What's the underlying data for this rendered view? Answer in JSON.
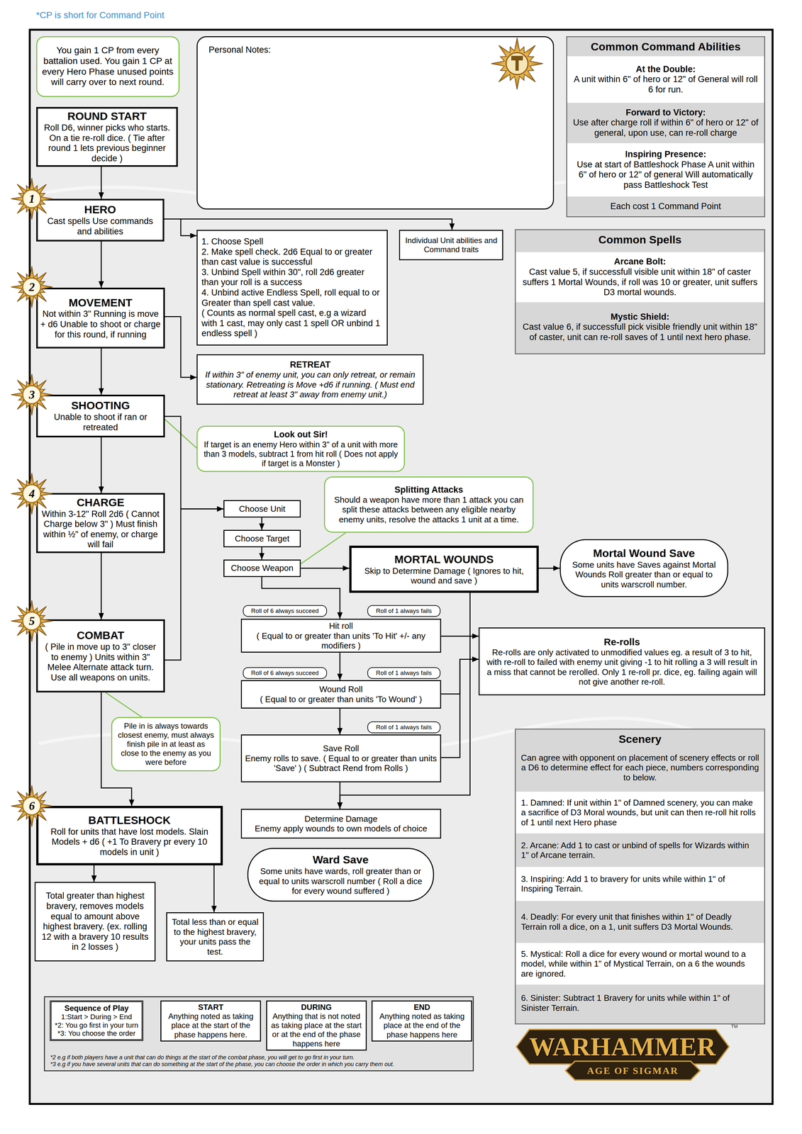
{
  "diagram": {
    "nodes": [
      {
        "text": [
          "You gain 1 CP from every battalion used. You gain 1 CP at every Hero Phase unused points will carry over to next round."
        ]
      },
      {
        "text": [
          "Personal Notes:"
        ]
      },
      {
        "text": [
          "Common Command Abilities"
        ]
      },
      {
        "text": [
          "At the Double:",
          "A unit within 6\" of hero or 12\" of General will roll 6 for run."
        ],
        "in": 2
      },
      {
        "text": [
          "Forward to Victory:",
          "Use after charge roll if within 6\" of hero or 12\" of general, upon use, can re-roll charge"
        ],
        "in": 2
      },
      {
        "text": [
          "Inspiring Presence:",
          "Use at start of Battleshock Phase A unit within 6\" of hero or 12\" of general Will automatically pass Battleshock Test"
        ],
        "in": 2
      },
      {
        "text": [
          "Each cost 1 Command Point"
        ],
        "in": 2
      },
      {
        "text": [
          "ROUND START",
          "Roll D6, winner picks who starts. On a tie re-roll dice. ( Tie after round 1 lets previous beginner decide )"
        ]
      },
      {
        "text": [
          "HERO",
          "Cast spells Use commands and abilities"
        ]
      },
      {
        "text": [
          "1. Choose Spell",
          "2. Make spell check. 2d6 Equal to or greater than cast value is successful",
          "3. Unbind Spell within 30\", roll 2d6 greater than your roll is a success",
          "4. Unbind active Endless Spell, roll equal to or Greater than spell cast value.",
          "( Counts as normal spell cast, e.g a wizard with 1 cast, may only cast 1 spell OR unbind 1 endless spell )"
        ]
      },
      {
        "text": [
          "Individual Unit abilities and Command traits"
        ]
      },
      {
        "text": [
          "Common Spells"
        ]
      },
      {
        "text": [
          "Arcane Bolt:",
          "Cast value 5, if successfull visible unit within 18\" of caster suffers 1 Mortal Wounds, if roll was 10 or greater, unit suffers D3 mortal wounds."
        ],
        "in": 11
      },
      {
        "text": [
          "Mystic Shield:",
          "Cast value 6, if successfull pick visible friendly unit within 18\" of caster, unit can re-roll saves of 1 until next hero phase."
        ],
        "in": 11
      },
      {
        "text": [
          "MOVEMENT",
          "Not within 3\" Running is move + d6 Unable to shoot or charge for this round, if running"
        ]
      },
      {
        "text": [
          "RETREAT",
          "If within 3\" of enemy unit, you can only retreat, or remain stationary. Retreating is Move +d6 if running. ( Must end retreat at least 3\" away from enemy unit.)"
        ]
      },
      {
        "text": [
          "SHOOTING",
          "Unable to shoot if ran or retreated"
        ]
      },
      {
        "text": [
          "Look out Sir!",
          "If target is an enemy Hero within 3\" of a unit with more than 3 models, subtract 1 from hit roll ( Does not apply if target is a Monster )"
        ]
      },
      {
        "text": [
          "Splitting Attacks",
          "Should a weapon have more than 1 attack you can split these attacks between any eligible nearby enemy units, resolve the attacks 1 unit at a time."
        ]
      },
      {
        "text": [
          "CHARGE",
          "Within 3-12\" Roll 2d6 ( Cannot Charge below 3\" ) Must finish within ½\" of enemy, or charge will fail"
        ]
      },
      {
        "text": [
          "Choose Unit"
        ]
      },
      {
        "text": [
          "Choose Target"
        ]
      },
      {
        "text": [
          "Choose Weapon"
        ]
      },
      {
        "text": [
          "MORTAL WOUNDS",
          "Skip to Determine Damage ( Ignores to hit, wound and save )"
        ]
      },
      {
        "text": [
          "Mortal Wound Save",
          "Some units have Saves against Mortal Wounds Roll greater than or equal to units warscroll number."
        ]
      },
      {
        "text": [
          "Roll of 6 always succeed"
        ]
      },
      {
        "text": [
          "Roll of 1 always fails"
        ]
      },
      {
        "text": [
          "COMBAT",
          "( Pile in move up to 3\" closer to enemy ) Units within 3\" Melee Alternate attack turn. Use all weapons on units."
        ]
      },
      {
        "text": [
          "Hit roll",
          "( Equal to or greater than units 'To Hit' +/- any modifiers )"
        ]
      },
      {
        "text": [
          "Re-rolls",
          "Re-rolls are only activated to unmodified values eg. a result of 3 to hit, with re-roll to failed with enemy unit giving -1 to hit rolling a 3 will result in a miss that cannot be rerolled. Only 1 re-roll pr. dice, eg. failing again will not give another re-roll."
        ]
      },
      {
        "text": [
          "Roll of 6 always succeed"
        ]
      },
      {
        "text": [
          "Roll of 1 always fails"
        ]
      },
      {
        "text": [
          "Wound Roll",
          "( Equal to or greater than units 'To Wound' )"
        ]
      },
      {
        "text": [
          "Pile in is always towards closest enemy, must always finish pile in at least as close to the enemy as you were before"
        ]
      },
      {
        "text": [
          "Roll of 1 always fails"
        ]
      },
      {
        "text": [
          "Save Roll",
          "Enemy rolls to save. ( Equal to or greater than units 'Save' ) ( Subtract Rend from Rolls )"
        ]
      },
      {
        "text": [
          "Scenery",
          "Can agree with opponent on placement of scenery effects or roll a D6 to determine effect for each piece, numbers corresponding to below."
        ]
      },
      {
        "text": [
          "1. Damned: If unit within 1\" of Damned scenery, you can make a sacrifice of D3 Moral wounds, but unit can then re-roll hit rolls of 1 until next Hero phase"
        ],
        "in": 36
      },
      {
        "text": [
          "2. Arcane: Add 1 to cast or unbind of spells for Wizards within 1\" of Arcane terrain."
        ],
        "in": 36
      },
      {
        "text": [
          "3. Inspiring: Add 1 to bravery for units while within 1\" of Inspiring Terrain."
        ],
        "in": 36
      },
      {
        "text": [
          "4. Deadly: For every unit that finishes within 1\" of Deadly Terrain roll a dice, on a 1, unit suffers D3 Mortal Wounds."
        ],
        "in": 36
      },
      {
        "text": [
          "5. Mystical: Roll a dice for every wound or mortal wound to a model, while within 1\" of Mystical Terrain, on a 6 the wounds are ignored."
        ],
        "in": 36
      },
      {
        "text": [
          "6. Sinister: Subtract 1 Bravery for units while within 1\" of Sinister Terrain."
        ],
        "in": 36
      },
      {
        "text": [
          "BATTLESHOCK",
          "Roll for units that have lost models. Slain Models + d6 ( +1 To Bravery pr every 10 models in unit )"
        ]
      },
      {
        "text": [
          "Determine Damage",
          "Enemy apply wounds to own models of choice"
        ]
      },
      {
        "text": [
          "Ward Save",
          "Some units have wards, roll greater than or equal to units warscroll number ( Roll a dice for every wound suffered )"
        ]
      },
      {
        "text": [
          "Total greater than highest bravery, removes models equal to amount above highest bravery. (ex. rolling 12 with a bravery 10 results in 2 losses )"
        ]
      },
      {
        "text": [
          "Total less than or equal to the highest bravery, your units pass the test."
        ]
      },
      {
        "text": [
          "*2 e.g if both players have a unit that can do things at the start of the combat phase, you will get to go first in your turn.",
          "*3 e.g if you have several units that can do something at the start of the phase, you can choose the order in which you carry them out."
        ]
      },
      {
        "text": [
          "Sequence of Play",
          "1:Start > During > End",
          "*2: You go first in your turn",
          "*3: You choose the order"
        ],
        "in": 48
      },
      {
        "text": [
          "START",
          "Anything noted as taking place at the start of the phase happens here."
        ],
        "in": 48
      },
      {
        "text": [
          "DURING",
          "Anything that is not noted as taking place at the start or at the end of the phase happens here"
        ],
        "in": 48
      },
      {
        "text": [
          "END",
          "Anything noted as taking place at the end of the phase happens here"
        ],
        "in": 48
      }
    ],
    "edges": [
      {
        "from": 7,
        "to": 8,
        "arrow": "to"
      },
      {
        "from": 8,
        "to": 9,
        "arrow": "to"
      },
      {
        "from": 8,
        "to": 10,
        "arrow": "to"
      },
      {
        "from": 8,
        "to": 14,
        "arrow": "to"
      },
      {
        "from": 14,
        "to": 15,
        "arrow": "to"
      },
      {
        "from": 14,
        "to": 16,
        "arrow": "to"
      },
      {
        "from": 16,
        "to": 17,
        "arrow": "none"
      },
      {
        "from": 16,
        "to": 20,
        "arrow": "to"
      },
      {
        "from": 16,
        "to": 19,
        "arrow": "to"
      },
      {
        "from": 19,
        "to": 27,
        "arrow": "to"
      },
      {
        "from": 27,
        "to": 43,
        "arrow": "to"
      },
      {
        "from": 27,
        "to": 20,
        "arrow": "to"
      },
      {
        "from": 20,
        "to": 21,
        "arrow": "to"
      },
      {
        "from": 21,
        "to": 22,
        "arrow": "to"
      },
      {
        "from": 22,
        "to": 23,
        "arrow": "to"
      },
      {
        "from": 22,
        "to": 18,
        "arrow": "none"
      },
      {
        "from": 22,
        "to": 28,
        "arrow": "to"
      },
      {
        "from": 23,
        "to": 24,
        "arrow": "to"
      },
      {
        "from": 23,
        "to": 44,
        "arrow": "to"
      },
      {
        "from": 28,
        "to": 32,
        "arrow": "to"
      },
      {
        "from": 32,
        "to": 35,
        "arrow": "to"
      },
      {
        "from": 35,
        "to": 44,
        "arrow": "to"
      },
      {
        "from": 28,
        "to": 29,
        "arrow": "to"
      },
      {
        "from": 32,
        "to": 29,
        "arrow": "to"
      },
      {
        "from": 35,
        "to": 29,
        "arrow": "to"
      },
      {
        "from": 43,
        "to": 46,
        "arrow": "to"
      },
      {
        "from": 43,
        "to": 47,
        "arrow": "to"
      },
      {
        "from": 27,
        "to": 33,
        "arrow": "none"
      }
    ],
    "labels": [
      "*CP is short for Command Point",
      "1",
      "2",
      "3",
      "4",
      "5",
      "6",
      "WARHAMMER",
      "AGE OF SIGMAR",
      "TM"
    ]
  }
}
